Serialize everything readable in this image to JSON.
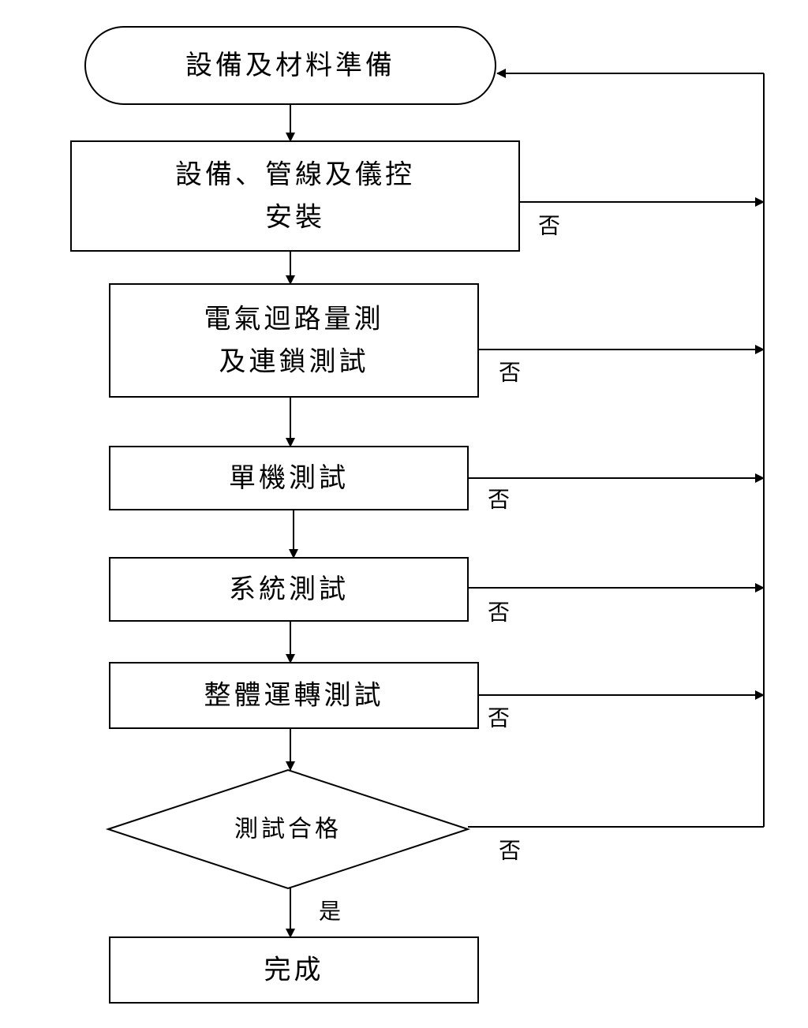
{
  "diagram": {
    "type": "flowchart",
    "nodes": [
      {
        "id": "start",
        "shape": "terminator",
        "lines": [
          "設備及材料準備"
        ]
      },
      {
        "id": "install",
        "shape": "process",
        "lines": [
          "設備、管線及儀控",
          "安裝"
        ]
      },
      {
        "id": "electrical",
        "shape": "process",
        "lines": [
          "電氣迴路量測",
          "及連鎖測試"
        ]
      },
      {
        "id": "single",
        "shape": "process",
        "lines": [
          "單機測試"
        ]
      },
      {
        "id": "system",
        "shape": "process",
        "lines": [
          "系統測試"
        ]
      },
      {
        "id": "overall",
        "shape": "process",
        "lines": [
          "整體運轉測試"
        ]
      },
      {
        "id": "decision",
        "shape": "decision",
        "lines": [
          "測試合格"
        ]
      },
      {
        "id": "done",
        "shape": "process",
        "lines": [
          "完成"
        ]
      }
    ],
    "edges": [
      {
        "from": "start",
        "to": "install",
        "label": ""
      },
      {
        "from": "install",
        "to": "electrical",
        "label": ""
      },
      {
        "from": "electrical",
        "to": "single",
        "label": ""
      },
      {
        "from": "single",
        "to": "system",
        "label": ""
      },
      {
        "from": "system",
        "to": "overall",
        "label": ""
      },
      {
        "from": "overall",
        "to": "decision",
        "label": ""
      },
      {
        "from": "decision",
        "to": "done",
        "label": "是"
      },
      {
        "from": "install",
        "to": "start",
        "label": "否",
        "route": "return"
      },
      {
        "from": "electrical",
        "to": "start",
        "label": "否",
        "route": "return"
      },
      {
        "from": "single",
        "to": "start",
        "label": "否",
        "route": "return"
      },
      {
        "from": "system",
        "to": "start",
        "label": "否",
        "route": "return"
      },
      {
        "from": "overall",
        "to": "start",
        "label": "否",
        "route": "return"
      },
      {
        "from": "decision",
        "to": "start",
        "label": "否",
        "route": "return"
      }
    ]
  }
}
